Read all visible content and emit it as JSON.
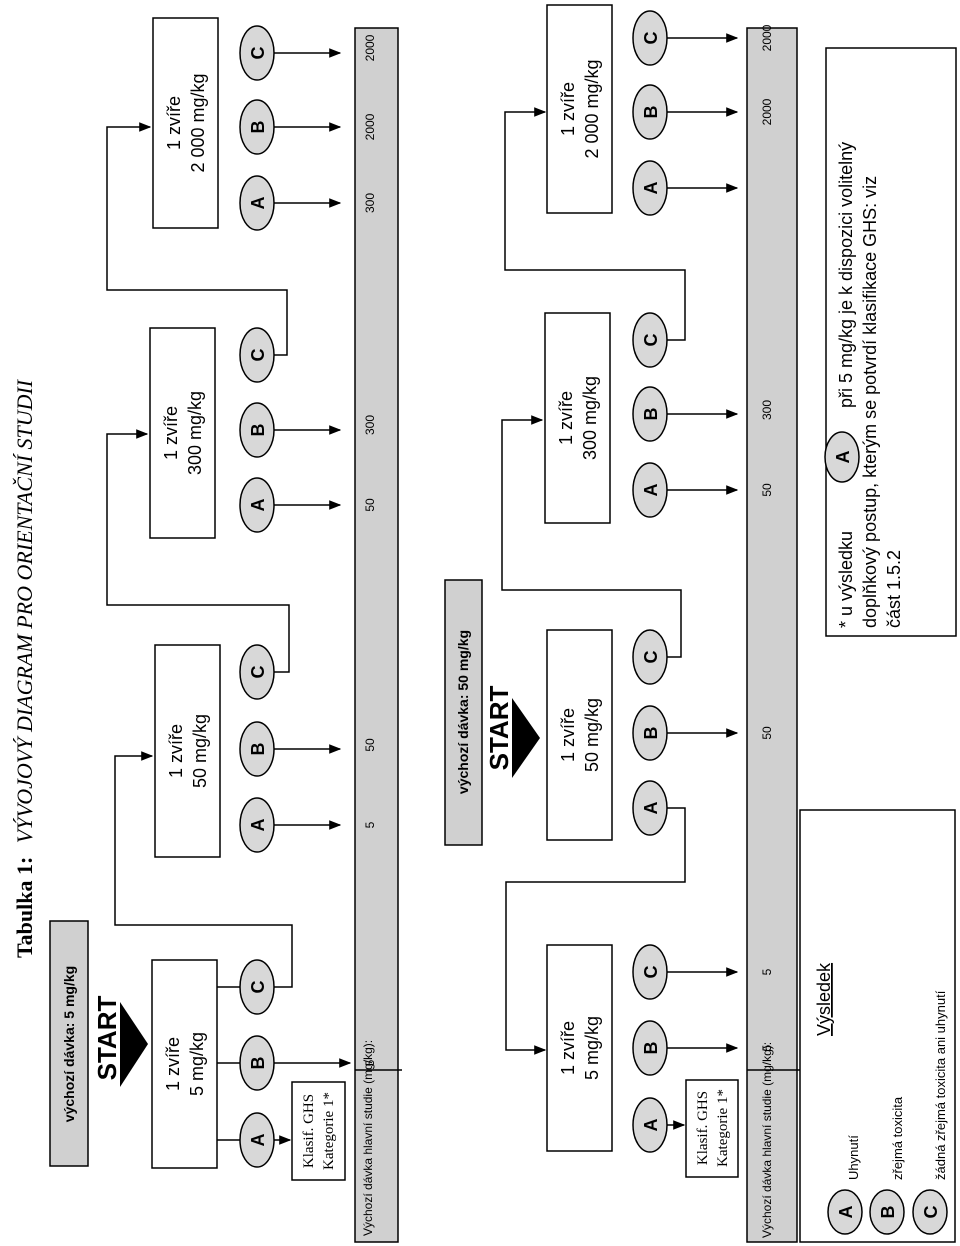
{
  "title": {
    "bold": "Tabulka 1:",
    "italic": "VÝVOJOVÝ DIAGRAM PRO ORIENTAČNÍ STUDII"
  },
  "top": {
    "start_dose_label": "výchozí dávka: 5 mg/kg",
    "start_label": "START",
    "boxes": [
      {
        "line1": "1 zvíře",
        "line2": "5 mg/kg"
      },
      {
        "line1": "1 zvíře",
        "line2": "50 mg/kg"
      },
      {
        "line1": "1 zvíře",
        "line2": "300 mg/kg"
      },
      {
        "line1": "1 zvíře",
        "line2": "2 000 mg/kg"
      }
    ],
    "ghs_line1": "Klasif. GHS",
    "ghs_line2": "Kategorie 1*",
    "bar_label": "Výchozí dávka hlavní studie (mg/kg):",
    "bar_values": [
      "5",
      "5",
      "50",
      "50",
      "300",
      "300",
      "2000",
      "2000"
    ]
  },
  "bottom": {
    "start_dose_label": "výchozí dávka: 50 mg/kg",
    "start_label": "START",
    "boxes": [
      {
        "line1": "1 zvíře",
        "line2": "5 mg/kg"
      },
      {
        "line1": "1 zvíře",
        "line2": "50 mg/kg"
      },
      {
        "line1": "1 zvíře",
        "line2": "300 mg/kg"
      },
      {
        "line1": "1 zvíře",
        "line2": "2 000 mg/kg"
      }
    ],
    "ghs_line1": "Klasif. GHS",
    "ghs_line2": "Kategorie 1*",
    "bar_label": "Výchozí dávka hlavní studie (mg/kg):",
    "bar_values": [
      "5",
      "5",
      "50",
      "50",
      "300",
      "2000",
      "2000"
    ]
  },
  "outcome_letters": [
    "A",
    "B",
    "C"
  ],
  "legend": {
    "title": "Výsledek",
    "items": [
      {
        "letter": "A",
        "text": "Uhynutí"
      },
      {
        "letter": "B",
        "text": "zřejmá toxicita"
      },
      {
        "letter": "C",
        "text": "žádná zřejmá toxicita ani uhynutí"
      }
    ]
  },
  "note": {
    "line1_a": "* u výsledku",
    "line1_letter": "A",
    "line1_b": "při 5 mg/kg je k dispozici volitelný",
    "line2": "doplňkový postup, kterým se potvrdí klasifikace GHS: viz",
    "line3": "část 1.5.2"
  }
}
